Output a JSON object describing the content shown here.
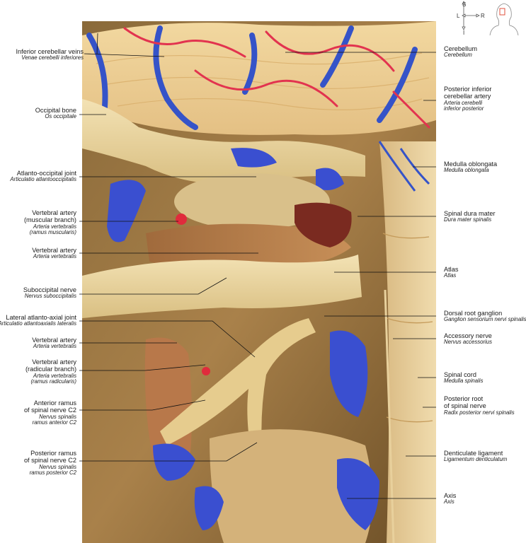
{
  "orientation": {
    "left": "L",
    "right": "R",
    "superior": "S",
    "inferior": "I"
  },
  "labels_left": [
    {
      "id": "inferior-cerebellar-veins",
      "en": [
        "Inferior cerebellar veins"
      ],
      "la": [
        "Venae cerebelli inferiores"
      ]
    },
    {
      "id": "occipital-bone",
      "en": [
        "Occipital bone"
      ],
      "la": [
        "Os occipitale"
      ]
    },
    {
      "id": "atlanto-occipital-joint",
      "en": [
        "Atlanto-occipital joint"
      ],
      "la": [
        "Articulatio atlantooccipitalis"
      ]
    },
    {
      "id": "vertebral-artery-muscular",
      "en": [
        "Vertebral artery",
        "(muscular branch)"
      ],
      "la": [
        "Arteria vertebralis",
        "(ramus muscularis)"
      ]
    },
    {
      "id": "vertebral-artery-1",
      "en": [
        "Vertebral artery"
      ],
      "la": [
        "Arteria vertebralis"
      ]
    },
    {
      "id": "suboccipital-nerve",
      "en": [
        "Suboccipital nerve"
      ],
      "la": [
        "Nervus suboccipitalis"
      ]
    },
    {
      "id": "lateral-atlanto-axial-joint",
      "en": [
        "Lateral atlanto-axial joint"
      ],
      "la": [
        "Articulatio atlantoaxialis lateralis"
      ]
    },
    {
      "id": "vertebral-artery-2",
      "en": [
        "Vertebral artery"
      ],
      "la": [
        "Arteria vertebralis"
      ]
    },
    {
      "id": "vertebral-artery-radicular",
      "en": [
        "Vertebral artery",
        "(radicular branch)"
      ],
      "la": [
        "Arteria vertebralis",
        "(ramus radicularis)"
      ]
    },
    {
      "id": "anterior-ramus-c2",
      "en": [
        "Anterior ramus",
        "of spinal nerve C2"
      ],
      "la": [
        "Nervus spinalis",
        "ramus anterior C2"
      ]
    },
    {
      "id": "posterior-ramus-c2",
      "en": [
        "Posterior ramus",
        "of spinal nerve C2"
      ],
      "la": [
        "Nervus spinalis",
        "ramus posterior C2"
      ]
    }
  ],
  "labels_right": [
    {
      "id": "cerebellum",
      "en": [
        "Cerebellum"
      ],
      "la": [
        "Cerebellum"
      ]
    },
    {
      "id": "posterior-inferior-cerebellar-artery",
      "en": [
        "Posterior inferior",
        "cerebellar artery"
      ],
      "la": [
        "Arteria cerebelli",
        "inferior posterior"
      ]
    },
    {
      "id": "medulla-oblongata",
      "en": [
        "Medulla oblongata"
      ],
      "la": [
        "Medulla oblongata"
      ]
    },
    {
      "id": "spinal-dura-mater",
      "en": [
        "Spinal dura mater"
      ],
      "la": [
        "Dura mater spinalis"
      ]
    },
    {
      "id": "atlas",
      "en": [
        "Atlas"
      ],
      "la": [
        "Atlas"
      ]
    },
    {
      "id": "dorsal-root-ganglion",
      "en": [
        "Dorsal root ganglion"
      ],
      "la": [
        "Ganglion sensorium nervi spinalis"
      ]
    },
    {
      "id": "accessory-nerve",
      "en": [
        "Accessory nerve"
      ],
      "la": [
        "Nervus accessorius"
      ]
    },
    {
      "id": "spinal-cord",
      "en": [
        "Spinal cord"
      ],
      "la": [
        "Medulla spinalis"
      ]
    },
    {
      "id": "posterior-root",
      "en": [
        "Posterior root",
        "of spinal nerve"
      ],
      "la": [
        "Radix posterior nervi spinalis"
      ]
    },
    {
      "id": "denticulate-ligament",
      "en": [
        "Denticulate ligament"
      ],
      "la": [
        "Ligamentum denticulatum"
      ]
    },
    {
      "id": "axis",
      "en": [
        "Axis"
      ],
      "la": [
        "Axis"
      ]
    }
  ]
}
